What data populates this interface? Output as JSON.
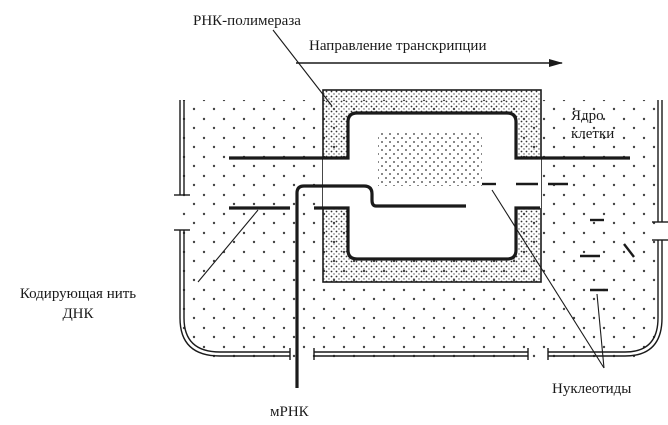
{
  "labels": {
    "rna_polymerase": "РНК-полимераза",
    "transcription_direction": "Направление транскрипции",
    "nucleus_line1": "Ядро",
    "nucleus_line2": "клетки",
    "coding_strand_line1": "Кодирующая нить",
    "coding_strand_line2": "ДНК",
    "nucleotides": "Нуклеотиды",
    "mrna": "мРНК"
  },
  "colors": {
    "ink": "#1a1a1a",
    "stipple": "#444444",
    "background": "#ffffff"
  }
}
